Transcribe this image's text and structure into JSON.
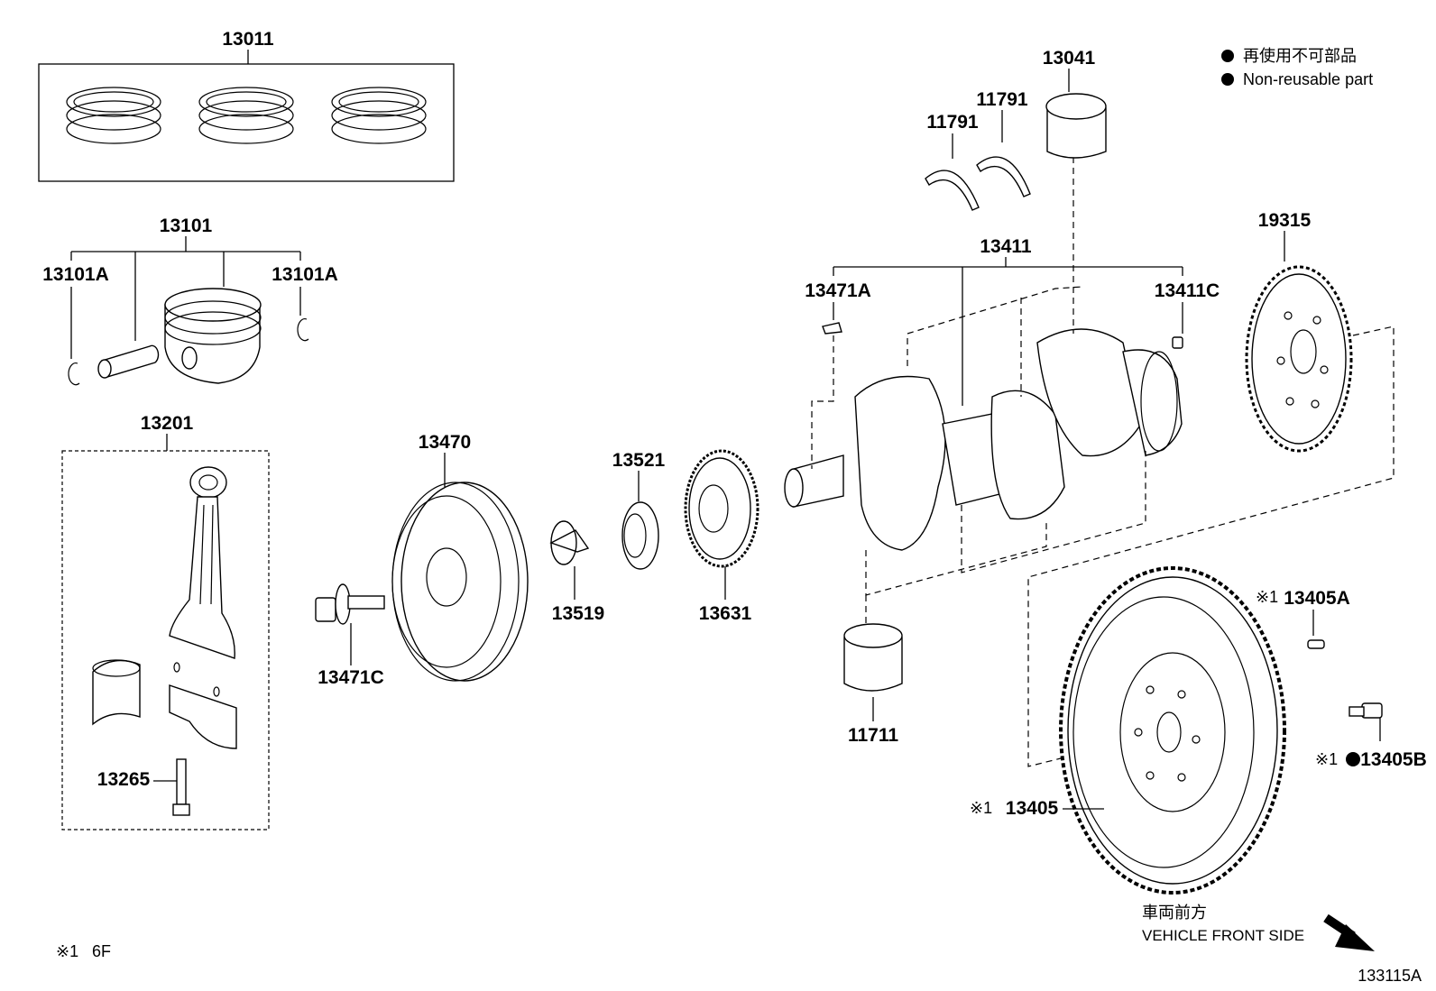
{
  "legend": {
    "non_reusable_jp": "再使用不可部品",
    "non_reusable_en": "Non-reusable part"
  },
  "parts": {
    "p13011": "13011",
    "p13101": "13101",
    "p13101A_left": "13101A",
    "p13101A_right": "13101A",
    "p13201": "13201",
    "p13265": "13265",
    "p13470": "13470",
    "p13471C": "13471C",
    "p13519": "13519",
    "p13521": "13521",
    "p13631": "13631",
    "p13471A": "13471A",
    "p13411": "13411",
    "p13411C": "13411C",
    "p13041": "13041",
    "p11791_a": "11791",
    "p11791_b": "11791",
    "p19315": "19315",
    "p11711": "11711",
    "p13405A": "13405A",
    "p13405B": "13405B",
    "p13405": "13405"
  },
  "marks": {
    "ref_mark_1": "※1",
    "ref_mark_2": "※1",
    "ref_mark_3": "※1"
  },
  "footnote": {
    "mark": "※1",
    "text": "6F"
  },
  "direction": {
    "jp": "車両前方",
    "en": "VEHICLE FRONT SIDE"
  },
  "diagram_id": "133115A",
  "colors": {
    "line": "#000000",
    "background": "#ffffff"
  }
}
